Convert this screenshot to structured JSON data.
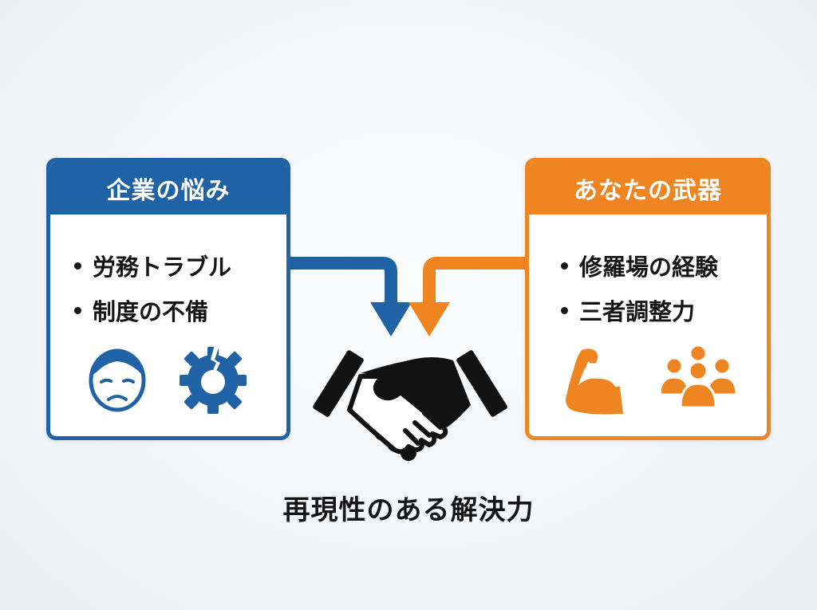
{
  "left_panel": {
    "title": "企業の悩み",
    "color": "#1f62a6",
    "items": [
      "労務トラブル",
      "制度の不備"
    ],
    "icons": [
      "sad-face-icon",
      "broken-gear-icon"
    ]
  },
  "right_panel": {
    "title": "あなたの武器",
    "color": "#ee8520",
    "items": [
      "修羅場の経験",
      "三者調整力"
    ],
    "icons": [
      "flexed-arm-icon",
      "group-icon"
    ]
  },
  "center": {
    "icon": "handshake-icon",
    "caption": "再現性のある解決力"
  },
  "colors": {
    "blue": "#1f62a6",
    "orange": "#ee8520",
    "text": "#151515"
  }
}
